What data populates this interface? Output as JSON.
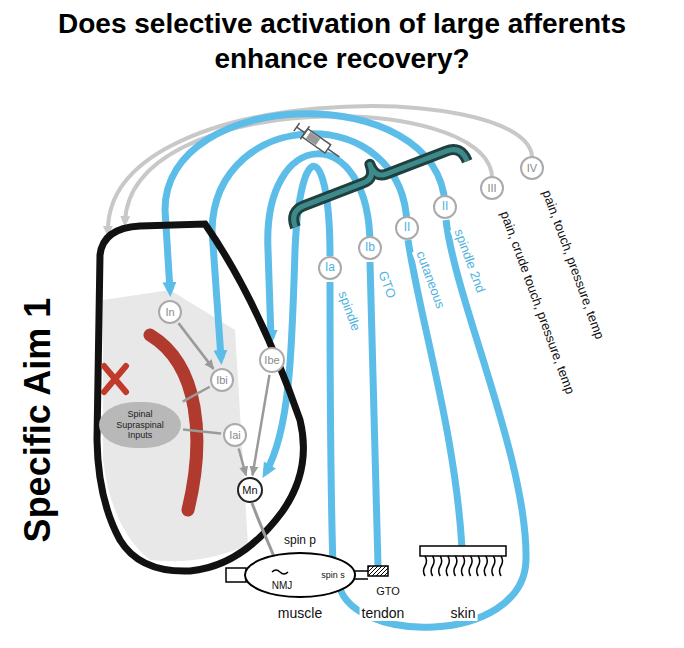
{
  "diagram": {
    "title": "Does selective activation of large afferents enhance recovery?",
    "nodes": [
      {
        "text": [
          "Spinal Supraspinal Inputs"
        ]
      },
      {
        "text": [
          "In"
        ]
      },
      {
        "text": [
          "Ibi"
        ]
      },
      {
        "text": [
          "Ibe"
        ]
      },
      {
        "text": [
          "Iai"
        ]
      },
      {
        "text": [
          "Mn"
        ]
      },
      {
        "text": [
          "Ia"
        ]
      },
      {
        "text": [
          "Ib"
        ]
      },
      {
        "text": [
          "II"
        ]
      },
      {
        "text": [
          "II"
        ]
      },
      {
        "text": [
          "III"
        ]
      },
      {
        "text": [
          "IV"
        ]
      }
    ],
    "edges": [
      {
        "from": 1,
        "to": 2,
        "arrow": "to"
      },
      {
        "from": 0,
        "to": 2,
        "arrow": "none"
      },
      {
        "from": 0,
        "to": 4,
        "arrow": "none"
      },
      {
        "from": 4,
        "to": 5,
        "arrow": "to"
      },
      {
        "from": 3,
        "to": 5,
        "arrow": "to"
      }
    ],
    "labels": [
      "spindle",
      "GTO",
      "cutaneous",
      "spindle 2nd",
      "pain, crude touch, pressure, temp",
      "pain, touch, pressure, temp",
      "spin p",
      "NMJ",
      "spin s",
      "GTO",
      "muscle",
      "tendon",
      "skin",
      "Specific Aim 1"
    ]
  }
}
